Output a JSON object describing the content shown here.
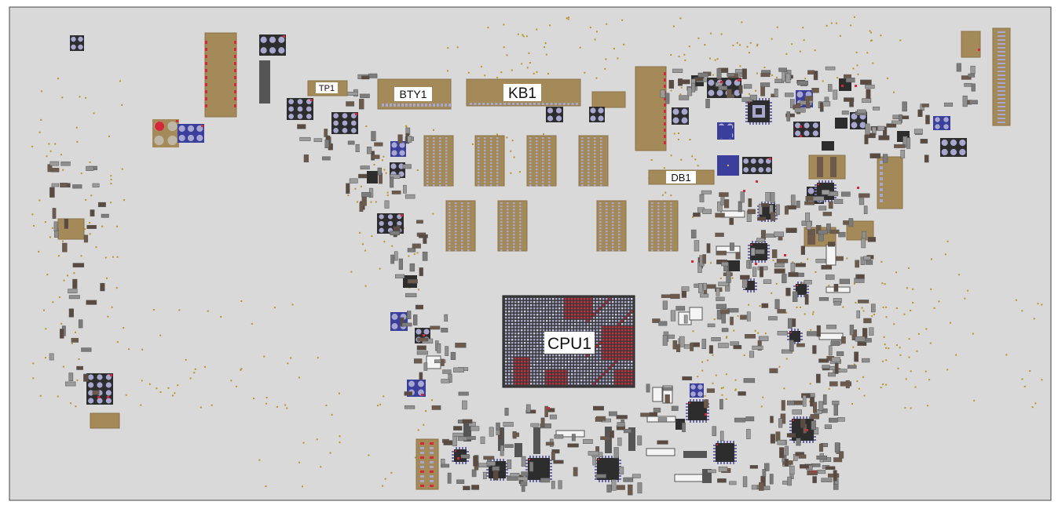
{
  "board": {
    "background": "#d9d9d9",
    "outline_color": "#444444",
    "colors": {
      "gold": "#a48a58",
      "gold_dark": "#8a744a",
      "pad": "#a8a7cf",
      "pad_dark": "#6b6aa6",
      "red": "#d5283a",
      "chip": "#2d2d2d",
      "blue": "#3a3f9c",
      "white": "#ffffff",
      "via": "#b8952a",
      "gray_part": "#8f8f8f",
      "brown_part": "#6e5a4b"
    }
  },
  "labels": {
    "tp1": "TP1",
    "bty1": "BTY1",
    "kb1": "KB1",
    "db1": "DB1",
    "cpu1": "CPU1"
  }
}
